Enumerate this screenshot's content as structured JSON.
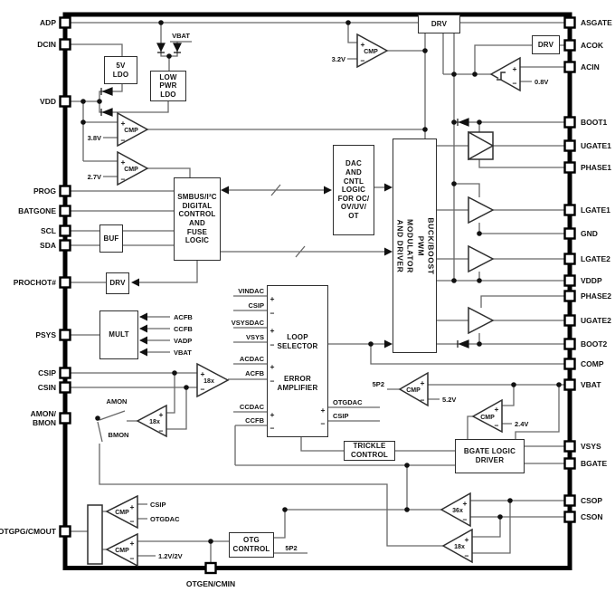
{
  "pins": {
    "left": [
      {
        "label": "ADP"
      },
      {
        "label": "DCIN"
      },
      {
        "label": "VDD"
      },
      {
        "label": "PROG"
      },
      {
        "label": "BATGONE"
      },
      {
        "label": "SCL"
      },
      {
        "label": "SDA"
      },
      {
        "label": "PROCHOT#"
      },
      {
        "label": "PSYS"
      },
      {
        "label": "CSIP"
      },
      {
        "label": "CSIN"
      },
      {
        "label": "AMON/",
        "label2": "BMON"
      },
      {
        "label": "OTGPG/CMOUT"
      }
    ],
    "right": [
      {
        "label": "ASGATE"
      },
      {
        "label": "ACOK"
      },
      {
        "label": "ACIN"
      },
      {
        "label": "BOOT1"
      },
      {
        "label": "UGATE1"
      },
      {
        "label": "PHASE1"
      },
      {
        "label": "LGATE1"
      },
      {
        "label": "GND"
      },
      {
        "label": "LGATE2"
      },
      {
        "label": "VDDP"
      },
      {
        "label": "PHASE2"
      },
      {
        "label": "UGATE2"
      },
      {
        "label": "BOOT2"
      },
      {
        "label": "COMP"
      },
      {
        "label": "VBAT"
      },
      {
        "label": "VSYS"
      },
      {
        "label": "BGATE"
      },
      {
        "label": "CSOP"
      },
      {
        "label": "CSON"
      }
    ],
    "bottom": [
      {
        "label": "OTGEN/CMIN"
      }
    ]
  },
  "blocks": {
    "drv": "DRV",
    "ldo5": "5V\nLDO",
    "lowpwr": "LOW\nPWR\nLDO",
    "smbus": "SMBUS/I²C\nDIGITAL\nCONTROL\nAND\nFUSE\nLOGIC",
    "buf": "BUF",
    "mult": "MULT",
    "dac": "DAC\nAND\nCNTL\nLOGIC\nFOR OC/\nOV/UV/\nOT",
    "buck": "BUCK/BOOST PWM\nMODULATOR AND DRIVER",
    "loop": "LOOP\nSELECTOR",
    "erramp": "ERROR\nAMPLIFIER",
    "trickle": "TRICKLE\nCONTROL",
    "bgate": "BGATE LOGIC\nDRIVER",
    "otg": "OTG\nCONTROL"
  },
  "amps": {
    "cmp": "CMP",
    "g18": "18x",
    "g36": "36x"
  },
  "refs": {
    "vbat_top": "VBAT",
    "v38": "3.8V",
    "v27": "2.7V",
    "v32": "3.2V",
    "v08": "0.8V",
    "v52": "5.2V",
    "v24": "2.4V",
    "v12": "1.2V/2V",
    "p52": "5P2"
  },
  "signals": {
    "loop_left": [
      "VINDAC",
      "CSIP",
      "VSYSDAC",
      "VSYS",
      "ACDAC",
      "ACFB",
      "CCDAC",
      "CCFB"
    ],
    "loop_right": [
      "OTGDAC",
      "CSIP"
    ],
    "mult_in": [
      "ACFB",
      "CCFB",
      "VADP",
      "VBAT"
    ],
    "amon": "AMON",
    "bmon": "BMON",
    "otg_csip": "CSIP",
    "otg_otgdac": "OTGDAC"
  },
  "marks": {
    "p": "+",
    "m": "−"
  }
}
